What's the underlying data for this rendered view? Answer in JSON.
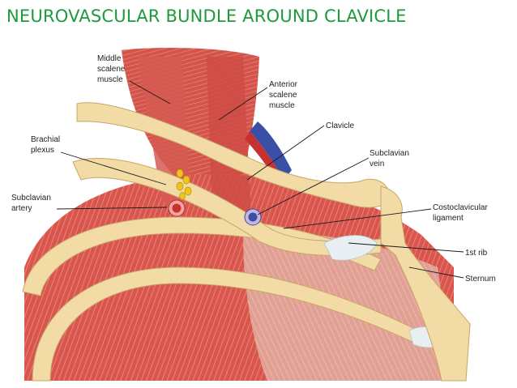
{
  "title": "NEUROVASCULAR  BUNDLE  AROUND  CLAVICLE",
  "colors": {
    "title": "#1e9a3c",
    "muscle": "#d9574f",
    "muscle_light": "#ec9a8a",
    "bone": "#f3dba6",
    "bone_edge": "#c9a46a",
    "vein": "#3a4fa6",
    "artery": "#c8312e",
    "nerve": "#f0c419",
    "cartilage": "#e8eef2"
  },
  "labels": {
    "middle_scalene": [
      "Middle",
      "scalene",
      "muscle"
    ],
    "anterior_scalene": [
      "Anterior",
      "scalene",
      "muscle"
    ],
    "clavicle": [
      "Clavicle"
    ],
    "brachial_plexus": [
      "Brachial",
      "plexus"
    ],
    "subclavian_vein": [
      "Subclavian",
      "vein"
    ],
    "subclavian_artery": [
      "Subclavian",
      "artery"
    ],
    "costoclavicular_ligament": [
      "Costoclavicular",
      "ligament"
    ],
    "first_rib": [
      "1st rib"
    ],
    "sternum": [
      "Sternum"
    ]
  }
}
